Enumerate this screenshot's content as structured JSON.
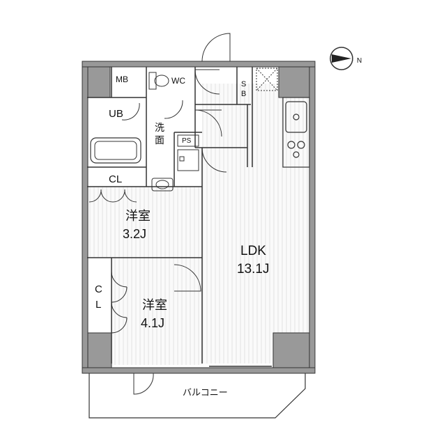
{
  "rooms": {
    "ldk": {
      "name": "LDK",
      "size": "13.1J"
    },
    "western1": {
      "name": "洋室",
      "size": "3.2J"
    },
    "western2": {
      "name": "洋室",
      "size": "4.1J"
    }
  },
  "labels": {
    "mb": "MB",
    "wc": "WC",
    "ub": "UB",
    "washroom_1": "洗",
    "washroom_2": "面",
    "ps": "PS",
    "sb_1": "S",
    "sb_2": "B",
    "cl": "CL",
    "cl_v1": "C",
    "cl_v2": "L",
    "balcony": "バルコニー"
  },
  "compass": {
    "letter": "N",
    "icon": "north-arrow-icon"
  },
  "colors": {
    "wall": "#999999",
    "floor": "#f2f2f2",
    "line": "#333333"
  }
}
